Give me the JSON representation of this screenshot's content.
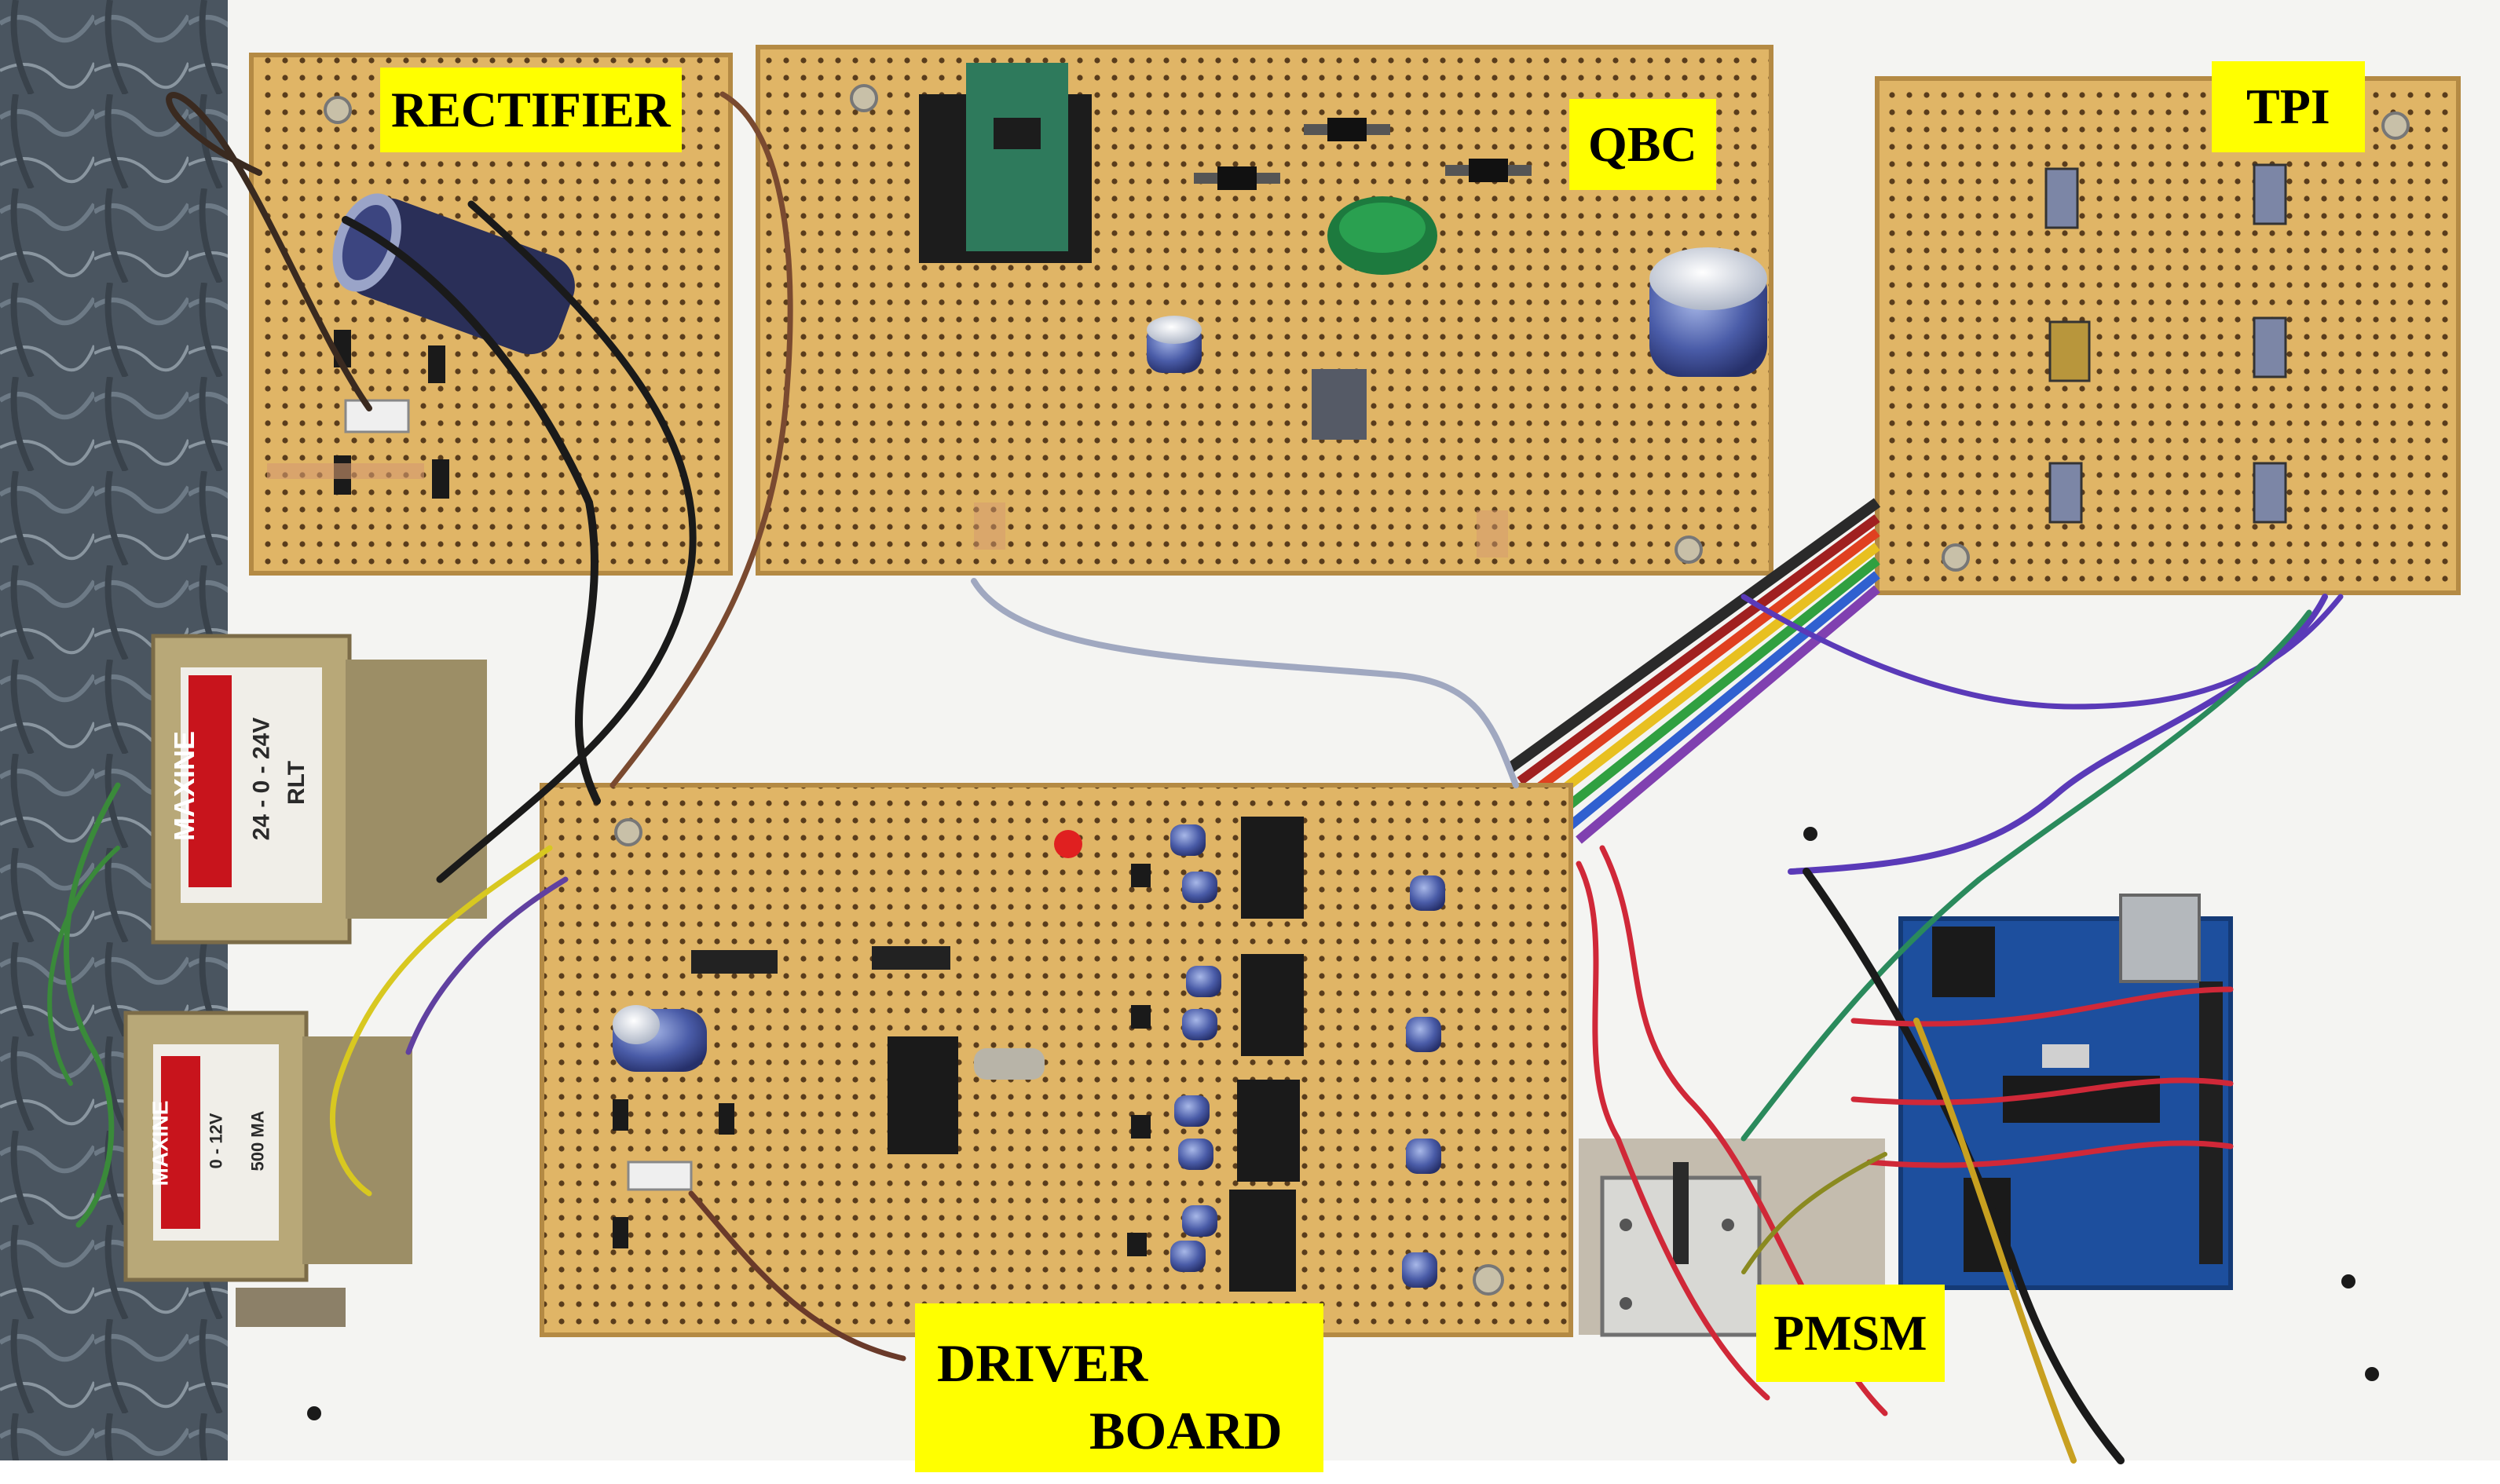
{
  "labels": {
    "rectifier": "RECTIFIER",
    "qbc": "QBC",
    "tpi": "TPI",
    "driver_line1": "DRIVER",
    "driver_line2": "BOARD",
    "pmsm": "PMSM"
  },
  "transformers": {
    "upper_brand": "MAXINE",
    "upper_rating": "24 - 0 - 24V",
    "upper_model": "RLT",
    "lower_brand": "MAXINE",
    "lower_rating": "0 - 12V",
    "lower_current": "500 MA"
  },
  "colors": {
    "label_bg": "#ffff00",
    "perfboard": "#e2b86a",
    "background": "#f4f4f2",
    "marble": "#4a5560",
    "arduino": "#1d4f9e",
    "transformer": "#b8a878"
  }
}
